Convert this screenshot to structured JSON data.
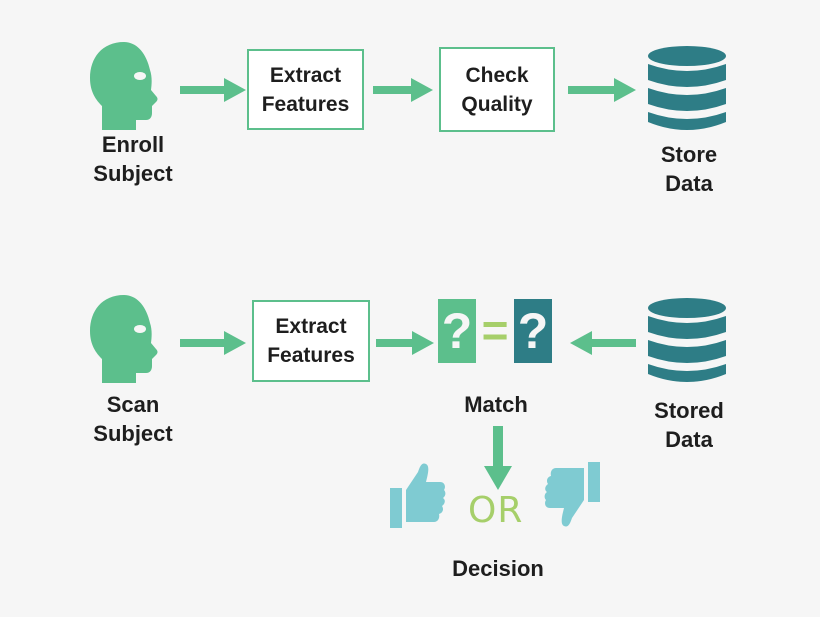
{
  "colors": {
    "background": "#f6f6f6",
    "head": "#5cbf8c",
    "arrow": "#5cbf8c",
    "database": "#2e7d86",
    "box_border": "#5cbf8c",
    "thumb": "#7fcbd2",
    "or": "#a6cf6a",
    "text": "#1e1e1e"
  },
  "enrollment": {
    "subject_line1": "Enroll",
    "subject_line2": "Subject",
    "extract_line1": "Extract",
    "extract_line2": "Features",
    "quality_line1": "Check",
    "quality_line2": "Quality",
    "store_line1": "Store",
    "store_line2": "Data"
  },
  "verification": {
    "subject_line1": "Scan",
    "subject_line2": "Subject",
    "extract_line1": "Extract",
    "extract_line2": "Features",
    "match_label": "Match",
    "match_left_glyph": "?",
    "match_equals_glyph": "=",
    "match_right_glyph": "?",
    "stored_line1": "Stored",
    "stored_line2": "Data",
    "or_label": "OR",
    "decision_label": "Decision"
  },
  "icons": {
    "head": "human-head-profile-icon",
    "database": "database-cylinder-icon",
    "thumbs_up": "thumbs-up-icon",
    "thumbs_down": "thumbs-down-icon",
    "question": "question-mark-tile-icon"
  }
}
